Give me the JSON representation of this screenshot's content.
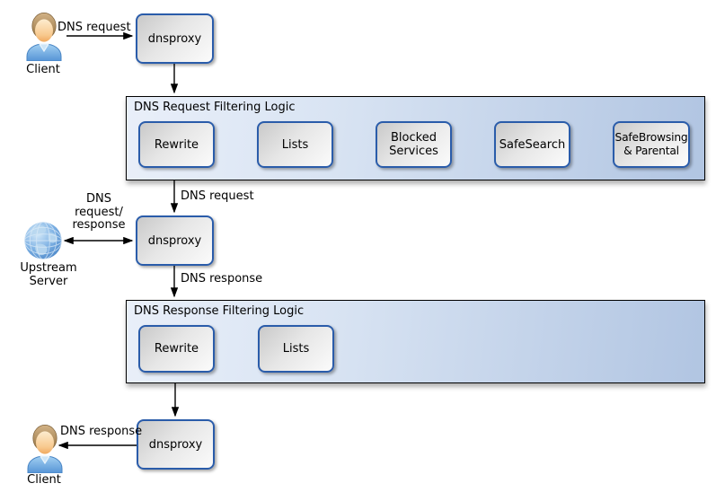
{
  "diagram": {
    "nodes": {
      "client_top": {
        "label": "Client",
        "icon": "person-icon"
      },
      "dnsproxy_top": {
        "label": "dnsproxy"
      },
      "upstream_server": {
        "label": "Upstream\nServer",
        "icon": "globe-icon"
      },
      "dnsproxy_middle": {
        "label": "dnsproxy"
      },
      "dnsproxy_bottom": {
        "label": "dnsproxy"
      },
      "client_bottom": {
        "label": "Client",
        "icon": "person-icon"
      }
    },
    "containers": [
      {
        "title": "DNS Request Filtering Logic",
        "steps": [
          "Rewrite",
          "Lists",
          "Blocked Services",
          "SafeSearch",
          "SafeBrowsing & Parental"
        ]
      },
      {
        "title": "DNS Response Filtering Logic",
        "steps": [
          "Rewrite",
          "Lists"
        ]
      }
    ],
    "edge_labels": {
      "client_request": "DNS request",
      "filtered_request": "DNS request",
      "upstream_exchange": "DNS\nrequest/\nresponse",
      "proxy_response": "DNS response",
      "client_response": "DNS response"
    },
    "colors": {
      "node_border": "#2a5caa",
      "node_fill_start": "#c9c9c9",
      "node_fill_end": "#fbfbfb",
      "container_border": "#000000",
      "container_fill_start": "#e9eff9",
      "container_fill_end": "#b1c5e2",
      "arrow": "#000000",
      "text": "#000000"
    }
  }
}
